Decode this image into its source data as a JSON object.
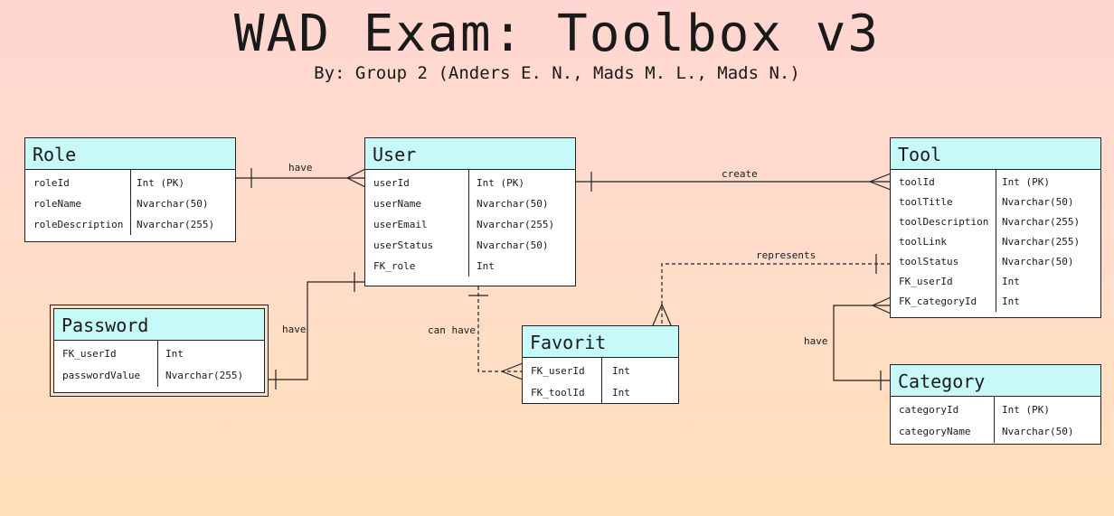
{
  "header": {
    "title": "WAD Exam: Toolbox v3",
    "subtitle": "By: Group 2 (Anders E. N., Mads M. L., Mads N.)"
  },
  "entities": {
    "role": {
      "name": "Role",
      "rows": [
        {
          "field": "roleId",
          "type": "Int (PK)"
        },
        {
          "field": "roleName",
          "type": "Nvarchar(50)"
        },
        {
          "field": "roleDescription",
          "type": "Nvarchar(255)"
        }
      ]
    },
    "user": {
      "name": "User",
      "rows": [
        {
          "field": "userId",
          "type": "Int (PK)"
        },
        {
          "field": "userName",
          "type": "Nvarchar(50)"
        },
        {
          "field": "userEmail",
          "type": "Nvarchar(255)"
        },
        {
          "field": "userStatus",
          "type": "Nvarchar(50)"
        },
        {
          "field": "FK_role",
          "type": "Int"
        }
      ]
    },
    "tool": {
      "name": "Tool",
      "rows": [
        {
          "field": "toolId",
          "type": "Int (PK)"
        },
        {
          "field": "toolTitle",
          "type": "Nvarchar(50)"
        },
        {
          "field": "toolDescription",
          "type": "Nvarchar(255)"
        },
        {
          "field": "toolLink",
          "type": "Nvarchar(255)"
        },
        {
          "field": "toolStatus",
          "type": "Nvarchar(50)"
        },
        {
          "field": "FK_userId",
          "type": "Int"
        },
        {
          "field": "FK_categoryId",
          "type": "Int"
        }
      ]
    },
    "password": {
      "name": "Password",
      "rows": [
        {
          "field": "FK_userId",
          "type": "Int"
        },
        {
          "field": "passwordValue",
          "type": "Nvarchar(255)"
        }
      ]
    },
    "favorit": {
      "name": "Favorit",
      "rows": [
        {
          "field": "FK_userId",
          "type": "Int"
        },
        {
          "field": "FK_toolId",
          "type": "Int"
        }
      ]
    },
    "category": {
      "name": "Category",
      "rows": [
        {
          "field": "categoryId",
          "type": "Int (PK)"
        },
        {
          "field": "categoryName",
          "type": "Nvarchar(50)"
        }
      ]
    }
  },
  "relationships": {
    "role_user": "have",
    "user_tool": "create",
    "favorit_tool": "represents",
    "user_favorit": "can have",
    "user_password": "have",
    "tool_category": "have"
  }
}
